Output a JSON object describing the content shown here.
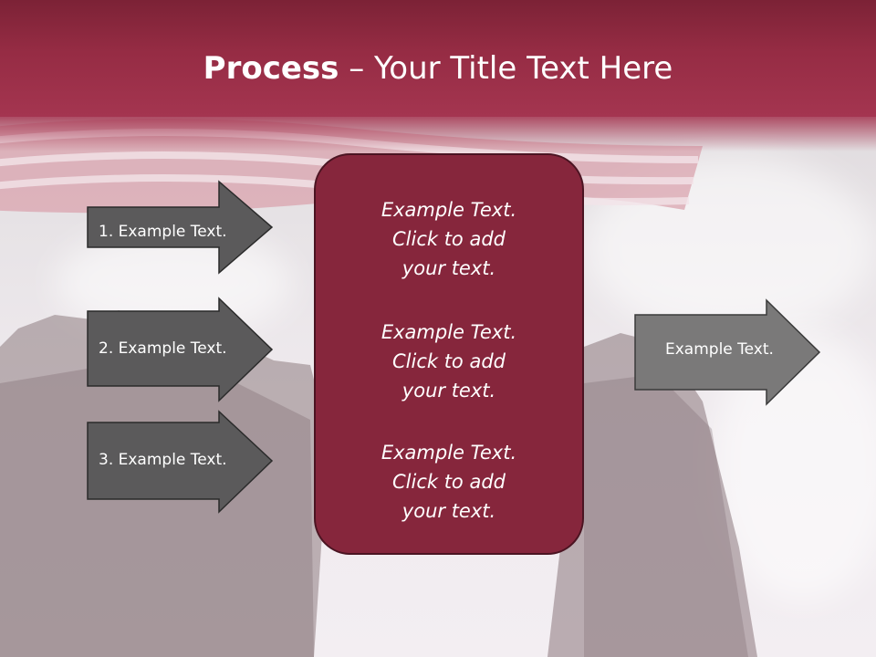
{
  "slide": {
    "title_bold": "Process",
    "title_sep": " – ",
    "title_rest": "Your Title Text Here"
  },
  "inputs": [
    {
      "label": "1. Example Text."
    },
    {
      "label": "2. Example Text."
    },
    {
      "label": "3. Example Text."
    }
  ],
  "center": {
    "paragraphs": [
      {
        "line1": "Example Text.",
        "line2": "Click  to add",
        "line3": "your text."
      },
      {
        "line1": "Example Text.",
        "line2": "Click  to add",
        "line3": "your text."
      },
      {
        "line1": "Example Text.",
        "line2": "Click  to add",
        "line3": "your text."
      }
    ]
  },
  "output": {
    "label": "Example Text."
  },
  "colors": {
    "header": "#962c44",
    "center_box": "#86263c",
    "left_arrow_fill": "#5b5a5b",
    "right_arrow_fill": "#7a7979"
  }
}
